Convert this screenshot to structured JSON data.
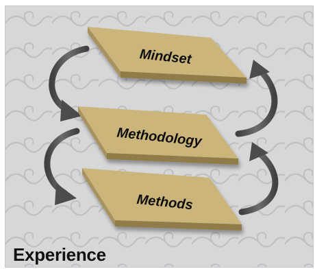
{
  "diagram": {
    "layers": [
      {
        "id": "mindset",
        "label": "Mindset"
      },
      {
        "id": "methodology",
        "label": "Methodology"
      },
      {
        "id": "methods",
        "label": "Methods"
      }
    ],
    "arrows": [
      {
        "from": "Mindset",
        "to": "Methodology",
        "side": "left",
        "direction": "down"
      },
      {
        "from": "Methodology",
        "to": "Methods",
        "side": "left",
        "direction": "down"
      },
      {
        "from": "Methods",
        "to": "Methodology",
        "side": "right",
        "direction": "up"
      },
      {
        "from": "Methodology",
        "to": "Mindset",
        "side": "right",
        "direction": "up"
      }
    ],
    "caption": "Experience"
  },
  "colors": {
    "background": "#d6d7d9",
    "pattern": "#bfc0c3",
    "slab_top": "#ccb57a",
    "slab_front": "#8f7b49",
    "arrow": "#505254",
    "text": "#111111"
  }
}
